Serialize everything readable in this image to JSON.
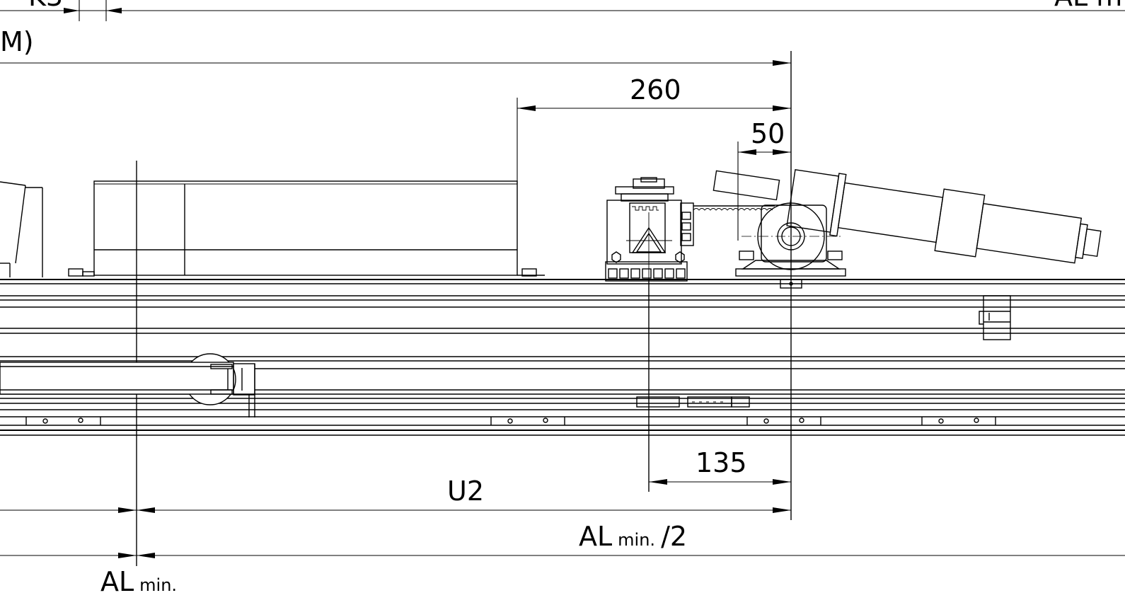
{
  "labels": {
    "top_left_fragment": "K3",
    "top_right_fragment": "AL m",
    "left_fragment": "M)",
    "dim_260": "260",
    "dim_50": "50",
    "dim_135": "135",
    "dim_u2": "U2",
    "al_half_main": "AL",
    "al_half_sub": "min.",
    "al_half_tail": "/2",
    "al_min_main": "AL",
    "al_min_sub": "min."
  }
}
